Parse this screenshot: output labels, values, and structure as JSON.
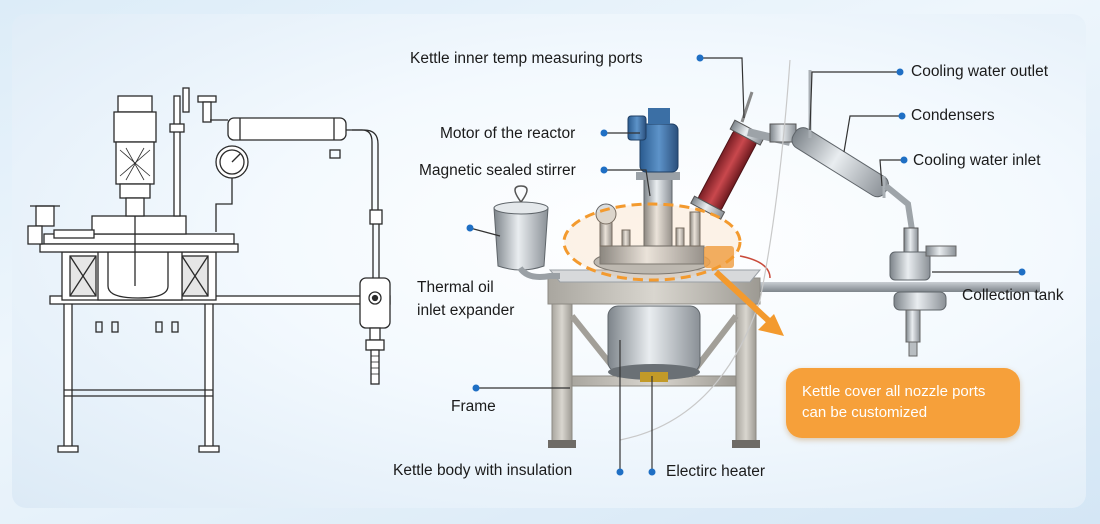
{
  "labels": {
    "temp_ports": "Kettle inner temp measuring ports",
    "motor": "Motor of the reactor",
    "magnetic_stirrer": "Magnetic sealed stirrer",
    "thermal_oil_1": "Thermal oil",
    "thermal_oil_2": "inlet expander",
    "frame": "Frame",
    "kettle_body": "Kettle body with insulation",
    "electric_heater": "Electirc heater",
    "cooling_outlet": "Cooling water outlet",
    "condensers": "Condensers",
    "cooling_inlet": "Cooling water inlet",
    "collection_tank": "Collection tank"
  },
  "callout": {
    "line1": "Kettle cover all nozzle ports",
    "line2": "can be customized"
  },
  "colors": {
    "accent": "#f6a03a",
    "dot": "#1f6fc4",
    "leader": "#333333"
  }
}
